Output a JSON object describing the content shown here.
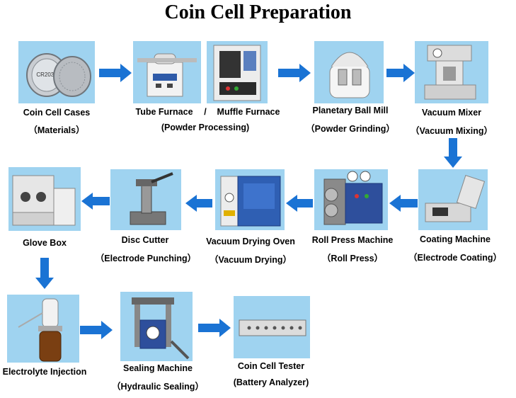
{
  "title": "Coin Cell Preparation",
  "steps": [
    {
      "label": "Coin Cell Cases",
      "sub": "（Materials）"
    },
    {
      "label": "Tube Furnace",
      "sep": "/",
      "label2": "Muffle Furnace",
      "sub": "(Powder Processing)"
    },
    {
      "label": "Planetary Ball Mill",
      "sub": "（Powder Grinding）"
    },
    {
      "label": "Vacuum Mixer",
      "sub": "（Vacuum Mixing）"
    },
    {
      "label": "Coating Machine",
      "sub": "（Electrode Coating）"
    },
    {
      "label": "Roll Press Machine",
      "sub": "（Roll Press）"
    },
    {
      "label": "Vacuum Drying Oven",
      "sub": "（Vacuum Drying）"
    },
    {
      "label": "Disc Cutter",
      "sub": "（Electrode Punching）"
    },
    {
      "label": "Glove Box",
      "sub": ""
    },
    {
      "label": "Electrolyte Injection",
      "sub": ""
    },
    {
      "label": "Sealing Machine",
      "sub": "（Hydraulic Sealing）"
    },
    {
      "label": "Coin Cell Tester",
      "sub": "(Battery Analyzer)"
    }
  ],
  "colors": {
    "arrow": "#1a73d4",
    "panel": "#9fd3f0"
  }
}
